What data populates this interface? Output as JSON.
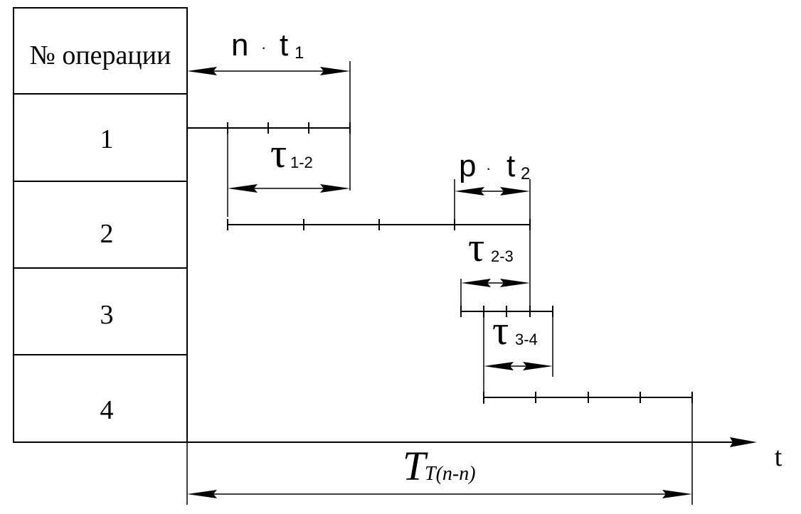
{
  "table": {
    "header": "№ операции",
    "rows": [
      "1",
      "2",
      "3",
      "4"
    ]
  },
  "labels": {
    "n_t1": {
      "main": "n",
      "dot": "·",
      "t": "t",
      "sub": "1"
    },
    "tau_1_2": {
      "main": "τ",
      "sub": "1-2"
    },
    "p_t2": {
      "main": "p",
      "dot": "·",
      "t": "t",
      "sub": "2"
    },
    "tau_2_3": {
      "main": "τ",
      "sub": "2-3"
    },
    "tau_3_4": {
      "main": "τ",
      "sub": "3-4"
    },
    "total": {
      "main": "T",
      "sub": "T(n-n)"
    },
    "axis": "t"
  }
}
